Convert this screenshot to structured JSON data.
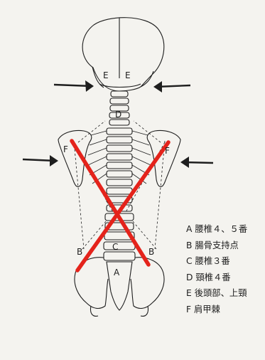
{
  "labels": {
    "A": "A",
    "B": "B",
    "C": "C",
    "D": "D",
    "E": "E",
    "F": "F"
  },
  "legend": [
    {
      "letter": "A",
      "text": "腰椎４、５番"
    },
    {
      "letter": "B",
      "text": "腸骨支持点"
    },
    {
      "letter": "C",
      "text": "腰椎３番"
    },
    {
      "letter": "D",
      "text": "頸椎４番"
    },
    {
      "letter": "E",
      "text": "後頭部、上頸"
    },
    {
      "letter": "F",
      "text": "肩甲棘"
    }
  ],
  "colors": {
    "background": "#f4f3ef",
    "ink": "#1e1e1e",
    "cross": "#e4231b"
  },
  "icons": [
    "arrow-left-upper",
    "arrow-right-upper",
    "arrow-left-lower",
    "arrow-right-lower"
  ]
}
